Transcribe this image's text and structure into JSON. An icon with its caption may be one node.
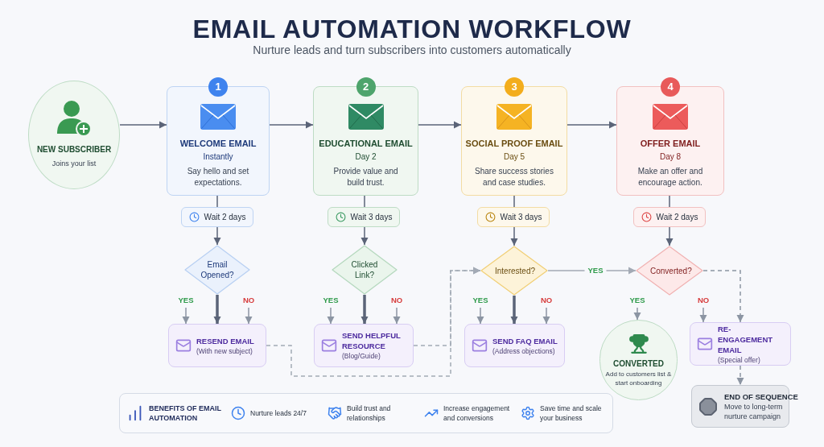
{
  "diagram": {
    "title": "EMAIL AUTOMATION WORKFLOW",
    "nodes": [
      {
        "text": [
          "NEW SUBSCRIBER",
          "Joins your list"
        ]
      },
      {
        "text": [
          "1",
          "WELCOME EMAIL",
          "Instantly",
          "Say hello and set expectations."
        ]
      },
      {
        "text": [
          "2",
          "EDUCATIONAL EMAIL",
          "Day 2",
          "Provide value and build trust."
        ]
      },
      {
        "text": [
          "3",
          "SOCIAL PROOF EMAIL",
          "Day 5",
          "Share success stories and case studies."
        ]
      },
      {
        "text": [
          "4",
          "OFFER EMAIL",
          "Day 8",
          "Make an offer and encourage action."
        ]
      },
      {
        "text": [
          "Wait 2 days"
        ]
      },
      {
        "text": [
          "Wait 3 days"
        ]
      },
      {
        "text": [
          "Wait 3 days"
        ]
      },
      {
        "text": [
          "Wait 2 days"
        ]
      },
      {
        "text": [
          "Email Opened?"
        ]
      },
      {
        "text": [
          "Clicked Link?"
        ]
      },
      {
        "text": [
          "Interested?"
        ]
      },
      {
        "text": [
          "Converted?"
        ]
      },
      {
        "text": [
          "RESEND EMAIL",
          "(With new subject)"
        ]
      },
      {
        "text": [
          "SEND HELPFUL RESOURCE",
          "(Blog/Guide)"
        ]
      },
      {
        "text": [
          "SEND FAQ EMAIL",
          "(Address objections)"
        ]
      },
      {
        "text": [
          "CONVERTED",
          "Add to customers list & start onboarding"
        ]
      },
      {
        "text": [
          "RE-ENGAGEMENT EMAIL",
          "(Special offer)"
        ]
      },
      {
        "text": [
          "END OF SEQUENCE",
          "Move to long-term nurture campaign"
        ]
      },
      {
        "text": [
          "BENEFITS OF EMAIL AUTOMATION",
          "Nurture leads 24/7",
          "Build trust and relationships",
          "Increase engagement and conversions",
          "Save time and scale your business"
        ]
      }
    ],
    "edges": [
      {
        "from": 0,
        "to": 1,
        "arrow": "to"
      },
      {
        "from": 1,
        "to": 2,
        "arrow": "to"
      },
      {
        "from": 2,
        "to": 3,
        "arrow": "to"
      },
      {
        "from": 3,
        "to": 4,
        "arrow": "to"
      },
      {
        "from": 1,
        "to": 5,
        "arrow": "none"
      },
      {
        "from": 5,
        "to": 9,
        "arrow": "to"
      },
      {
        "from": 2,
        "to": 6,
        "arrow": "none"
      },
      {
        "from": 6,
        "to": 10,
        "arrow": "to"
      },
      {
        "from": 3,
        "to": 7,
        "arrow": "none"
      },
      {
        "from": 7,
        "to": 11,
        "arrow": "to"
      },
      {
        "from": 4,
        "to": 8,
        "arrow": "none"
      },
      {
        "from": 8,
        "to": 12,
        "arrow": "to"
      },
      {
        "from": 9,
        "to": 13,
        "arrow": "to",
        "style": "thick"
      },
      {
        "from": null,
        "to": 13,
        "arrow": "to",
        "label": "YES",
        "color": "#8c95a3"
      },
      {
        "from": null,
        "to": 13,
        "arrow": "to",
        "label": "NO",
        "color": "#8c95a3"
      },
      {
        "from": 10,
        "to": 14,
        "arrow": "to",
        "style": "thick"
      },
      {
        "from": null,
        "to": 14,
        "arrow": "to",
        "label": "YES",
        "color": "#8c95a3"
      },
      {
        "from": null,
        "to": 14,
        "arrow": "to",
        "label": "NO",
        "color": "#8c95a3"
      },
      {
        "from": 11,
        "to": 15,
        "arrow": "to",
        "style": "thick"
      },
      {
        "from": null,
        "to": 15,
        "arrow": "to",
        "label": "YES",
        "color": "#8c95a3"
      },
      {
        "from": null,
        "to": 15,
        "arrow": "to",
        "label": "NO",
        "color": "#8c95a3"
      },
      {
        "from": null,
        "to": 16,
        "arrow": "to",
        "label": "YES",
        "color": "#8c95a3"
      },
      {
        "from": null,
        "to": 17,
        "arrow": "to",
        "label": "NO",
        "color": "#8c95a3"
      },
      {
        "from": 13,
        "to": 11,
        "arrow": "to",
        "style": "dashed",
        "color": "#a3aab5"
      },
      {
        "from": 14,
        "to": 11,
        "arrow": "to",
        "style": "dashed",
        "color": "#a3aab5"
      },
      {
        "from": 11,
        "to": 12,
        "arrow": "to",
        "label": "YES",
        "color": "#a3aab5"
      },
      {
        "from": 12,
        "to": 17,
        "arrow": "to",
        "style": "dashed",
        "color": "#8c95a3"
      },
      {
        "from": 17,
        "to": 18,
        "arrow": "to",
        "style": "dashed",
        "color": "#8c95a3"
      }
    ],
    "labels": [
      "Nurture leads and turn subscribers into customers automatically"
    ]
  }
}
